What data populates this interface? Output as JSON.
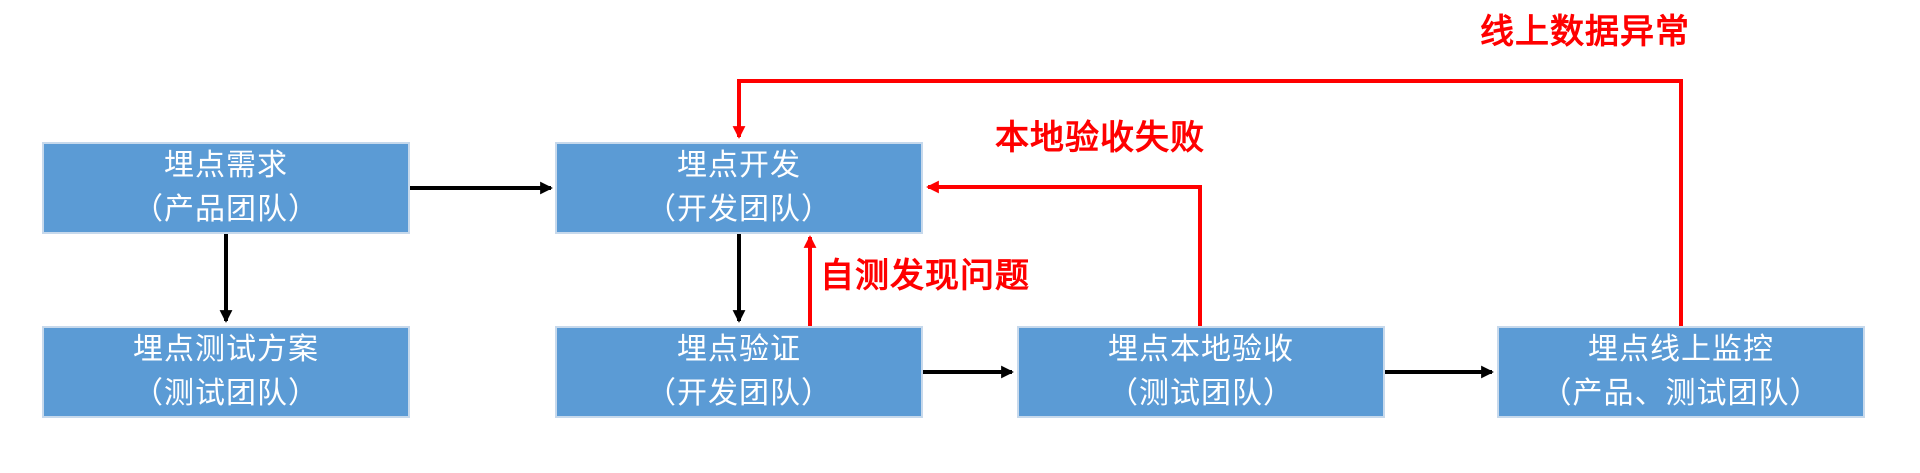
{
  "diagram": {
    "type": "flowchart",
    "nodes": [
      {
        "id": "requirement",
        "line1": "埋点需求",
        "line2": "（产品团队）"
      },
      {
        "id": "development",
        "line1": "埋点开发",
        "line2": "（开发团队）"
      },
      {
        "id": "test-plan",
        "line1": "埋点测试方案",
        "line2": "（测试团队）"
      },
      {
        "id": "verification",
        "line1": "埋点验证",
        "line2": "（开发团队）"
      },
      {
        "id": "local-acceptance",
        "line1": "埋点本地验收",
        "line2": "（测试团队）"
      },
      {
        "id": "online-monitoring",
        "line1": "埋点线上监控",
        "line2": "（产品、测试团队）"
      }
    ],
    "flow_edges": [
      {
        "from": "requirement",
        "to": "development"
      },
      {
        "from": "requirement",
        "to": "test-plan"
      },
      {
        "from": "development",
        "to": "verification"
      },
      {
        "from": "verification",
        "to": "local-acceptance"
      },
      {
        "from": "local-acceptance",
        "to": "online-monitoring"
      }
    ],
    "feedback_edges": [
      {
        "id": "online-anomaly",
        "from": "online-monitoring",
        "to": "development",
        "label": "线上数据异常"
      },
      {
        "id": "local-failed",
        "from": "local-acceptance",
        "to": "development",
        "label": "本地验收失败"
      },
      {
        "id": "selftest",
        "from": "verification",
        "to": "development",
        "label": "自测发现问题"
      }
    ],
    "colors": {
      "node_fill": "#5B9BD5",
      "node_border": "#C7D9EC",
      "node_text": "#FFFFFF",
      "flow_arrow": "#000000",
      "feedback_arrow": "#FF0000",
      "background": "#FFFFFF"
    }
  }
}
